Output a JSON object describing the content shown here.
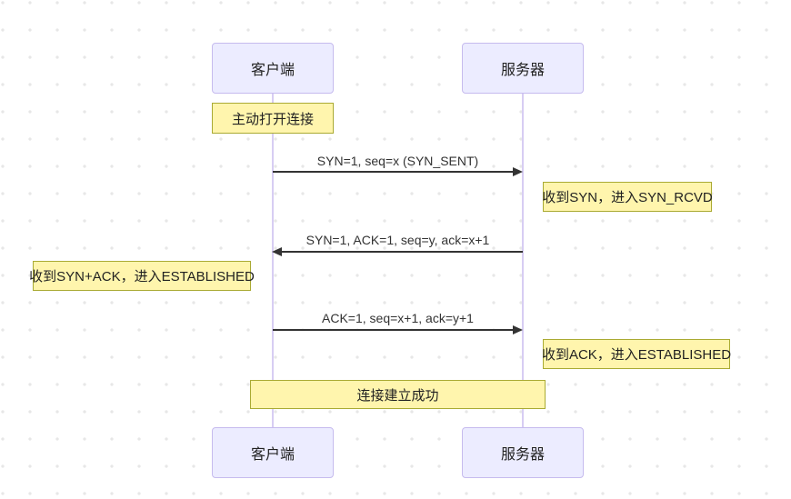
{
  "diagram": {
    "type": "sequence-diagram",
    "topic": "TCP three-way handshake",
    "actors": [
      {
        "id": "client",
        "label": "客户端"
      },
      {
        "id": "server",
        "label": "服务器"
      }
    ],
    "messages": [
      {
        "from": "client",
        "to": "server",
        "direction": "right",
        "style": "solid",
        "text": "SYN=1, seq=x (SYN_SENT)"
      },
      {
        "from": "server",
        "to": "client",
        "direction": "left",
        "style": "solid",
        "text": "SYN=1, ACK=1, seq=y, ack=x+1"
      },
      {
        "from": "client",
        "to": "server",
        "direction": "right",
        "style": "solid",
        "text": "ACK=1, seq=x+1, ack=y+1"
      }
    ],
    "notes": [
      {
        "position": "over client",
        "text": "主动打开连接"
      },
      {
        "position": "right of server",
        "text": "收到SYN，进入SYN_RCVD"
      },
      {
        "position": "left of client",
        "text": "收到SYN+ACK，进入ESTABLISHED"
      },
      {
        "position": "right of server",
        "text": "收到ACK，进入ESTABLISHED"
      },
      {
        "position": "over client,server",
        "text": "连接建立成功"
      }
    ],
    "colors": {
      "actor_fill": "#ECECFF",
      "actor_border": "#c6bbee",
      "note_fill": "#fff5ad",
      "note_border": "#aaaa33",
      "lifeline": "#d7cdf3",
      "message_line": "#333333",
      "grid_dot": "#e7e7e7",
      "background": "#ffffff"
    }
  }
}
